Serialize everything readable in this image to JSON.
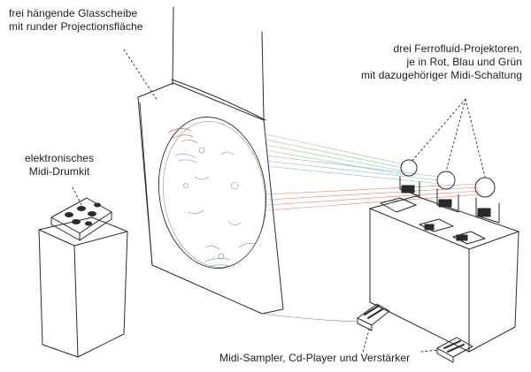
{
  "labels": {
    "glass": {
      "line1": "frei hängende Glasscheibe",
      "line2": "mit runder Projectionsfläche"
    },
    "projectors": {
      "line1": "drei Ferrofluid-Projektoren,",
      "line2": "je in Rot, Blau und Grün",
      "line3": "mit dazugehöriger Midi-Schaltung"
    },
    "drumkit": {
      "line1": "elektronisches",
      "line2": "Midi-Drumkit"
    },
    "sampler": {
      "line1": "Midi-Sampler, Cd-Player und Verstärker"
    }
  },
  "colors": {
    "ink": "#2a2a2a",
    "red": "#e0694a",
    "blue": "#6fa8d8",
    "green": "#6cbf6a"
  }
}
